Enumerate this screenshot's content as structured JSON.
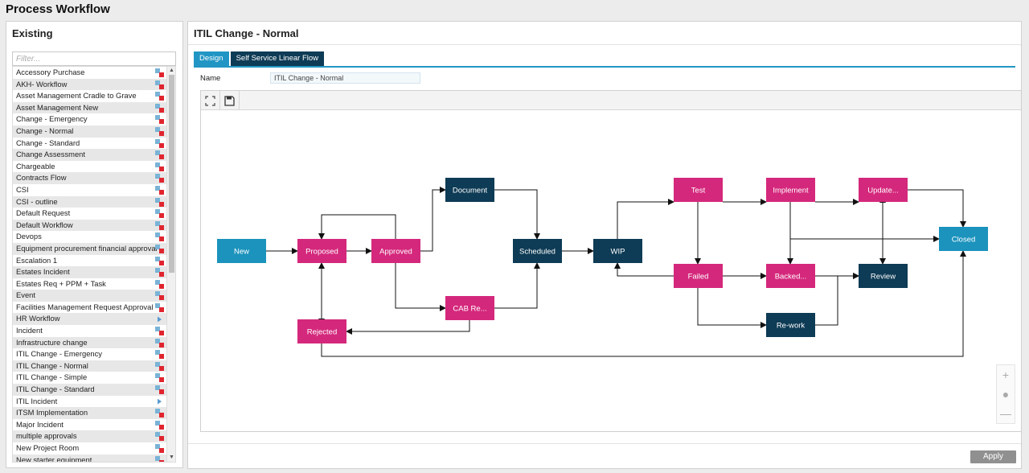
{
  "app": {
    "title": "Process Workflow"
  },
  "sidebar": {
    "heading": "Existing",
    "filter_placeholder": "Filter...",
    "items": [
      {
        "label": "Accessory Purchase",
        "icon": "workflow-icon"
      },
      {
        "label": "AKH- Workflow",
        "icon": "workflow-icon"
      },
      {
        "label": "Asset Management Cradle to Grave",
        "icon": "workflow-icon"
      },
      {
        "label": "Asset Management New",
        "icon": "workflow-icon"
      },
      {
        "label": "Change - Emergency",
        "icon": "workflow-icon"
      },
      {
        "label": "Change - Normal",
        "icon": "workflow-icon"
      },
      {
        "label": "Change - Standard",
        "icon": "workflow-icon"
      },
      {
        "label": "Change Assessment",
        "icon": "workflow-icon"
      },
      {
        "label": "Chargeable",
        "icon": "workflow-icon"
      },
      {
        "label": "Contracts Flow",
        "icon": "workflow-icon"
      },
      {
        "label": "CSI",
        "icon": "workflow-icon"
      },
      {
        "label": "CSI - outline",
        "icon": "workflow-icon"
      },
      {
        "label": "Default Request",
        "icon": "workflow-icon"
      },
      {
        "label": "Default Workflow",
        "icon": "workflow-icon"
      },
      {
        "label": "Devops",
        "icon": "workflow-icon"
      },
      {
        "label": "Equipment procurement financial approval",
        "icon": "workflow-icon"
      },
      {
        "label": "Escalation 1",
        "icon": "workflow-icon"
      },
      {
        "label": "Estates Incident",
        "icon": "workflow-icon"
      },
      {
        "label": "Estates Req + PPM + Task",
        "icon": "workflow-icon"
      },
      {
        "label": "Event",
        "icon": "workflow-icon"
      },
      {
        "label": "Facilities Management Request Approval",
        "icon": "workflow-icon"
      },
      {
        "label": "HR Workflow",
        "icon": "simple-workflow-icon"
      },
      {
        "label": "Incident",
        "icon": "workflow-icon"
      },
      {
        "label": "Infrastructure change",
        "icon": "workflow-icon"
      },
      {
        "label": "ITIL Change - Emergency",
        "icon": "workflow-icon"
      },
      {
        "label": "ITIL Change - Normal",
        "icon": "workflow-icon"
      },
      {
        "label": "ITIL Change - Simple",
        "icon": "workflow-icon"
      },
      {
        "label": "ITIL Change - Standard",
        "icon": "workflow-icon"
      },
      {
        "label": "ITIL Incident",
        "icon": "simple-workflow-icon"
      },
      {
        "label": "ITSM Implementation",
        "icon": "workflow-icon"
      },
      {
        "label": "Major Incident",
        "icon": "workflow-icon"
      },
      {
        "label": "multiple approvals",
        "icon": "workflow-icon"
      },
      {
        "label": "New Project Room",
        "icon": "workflow-icon"
      },
      {
        "label": "New starter equipment",
        "icon": "workflow-icon"
      }
    ]
  },
  "main": {
    "title": "ITIL Change - Normal",
    "tabs": [
      {
        "label": "Design",
        "active": true
      },
      {
        "label": "Self Service Linear Flow",
        "active": false
      }
    ],
    "name_label": "Name",
    "name_value": "ITIL Change - Normal",
    "toolbar": {
      "expand_icon": "expand-icon",
      "save_icon": "save-icon"
    },
    "zoom": {
      "in": "+",
      "reset": "●",
      "out": "—"
    },
    "apply_label": "Apply"
  },
  "diagram": {
    "colors": {
      "magenta": "#d4287c",
      "navy": "#0e3b55",
      "cyan": "#1b93bd"
    },
    "nodes": [
      {
        "id": "new",
        "label": "New",
        "color": "cyan"
      },
      {
        "id": "proposed",
        "label": "Proposed",
        "color": "magenta"
      },
      {
        "id": "approved",
        "label": "Approved",
        "color": "magenta"
      },
      {
        "id": "document",
        "label": "Document",
        "color": "navy"
      },
      {
        "id": "cab",
        "label": "CAB Re...",
        "color": "magenta"
      },
      {
        "id": "rejected",
        "label": "Rejected",
        "color": "magenta"
      },
      {
        "id": "scheduled",
        "label": "Scheduled",
        "color": "navy"
      },
      {
        "id": "wip",
        "label": "WIP",
        "color": "navy"
      },
      {
        "id": "test",
        "label": "Test",
        "color": "magenta"
      },
      {
        "id": "failed",
        "label": "Failed",
        "color": "magenta"
      },
      {
        "id": "implement",
        "label": "Implement",
        "color": "magenta"
      },
      {
        "id": "backed",
        "label": "Backed...",
        "color": "magenta"
      },
      {
        "id": "rework",
        "label": "Re-work",
        "color": "navy"
      },
      {
        "id": "update",
        "label": "Update...",
        "color": "magenta"
      },
      {
        "id": "review",
        "label": "Review",
        "color": "navy"
      },
      {
        "id": "closed",
        "label": "Closed",
        "color": "cyan"
      }
    ]
  }
}
